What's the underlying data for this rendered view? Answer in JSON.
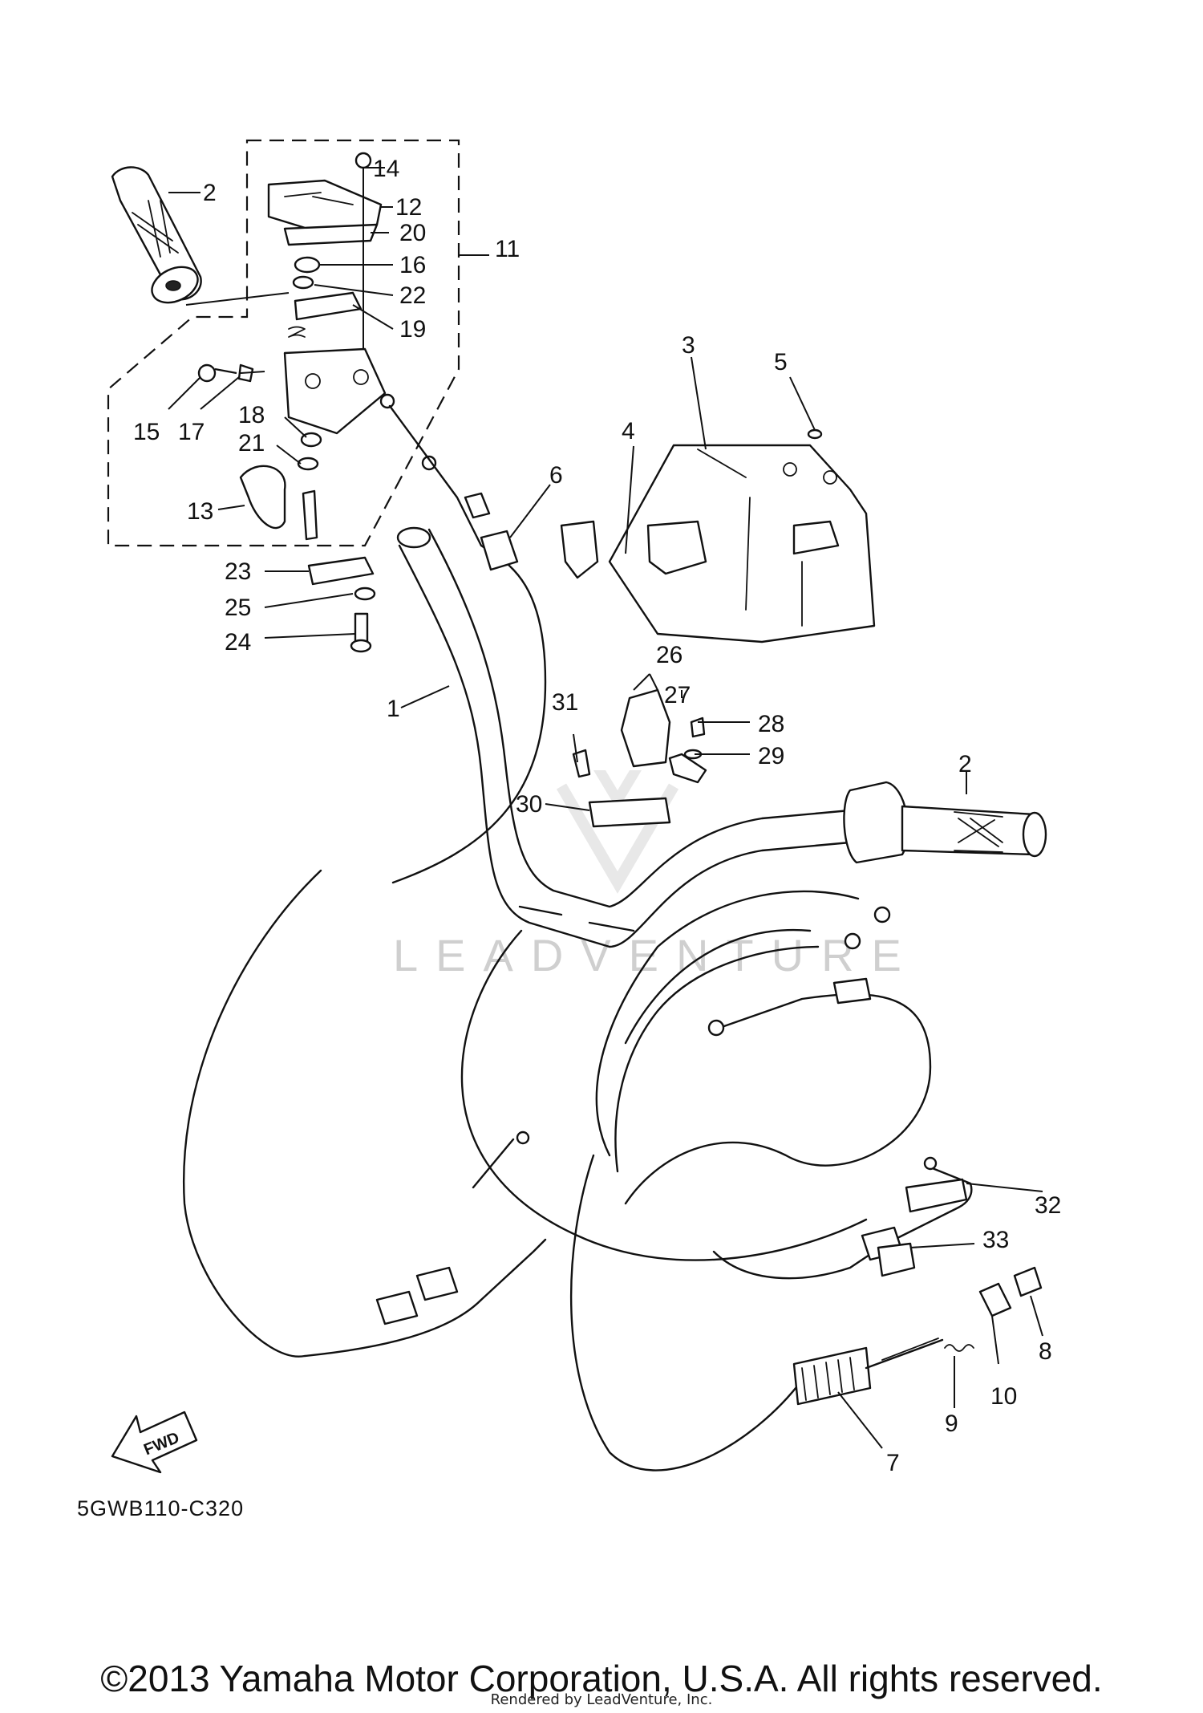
{
  "callouts": {
    "c1": "1",
    "c2a": "2",
    "c2b": "2",
    "c3": "3",
    "c4": "4",
    "c5": "5",
    "c6": "6",
    "c7": "7",
    "c8": "8",
    "c9": "9",
    "c10": "10",
    "c11": "11",
    "c12": "12",
    "c13": "13",
    "c14": "14",
    "c15": "15",
    "c16": "16",
    "c17": "17",
    "c18": "18",
    "c19": "19",
    "c20": "20",
    "c21": "21",
    "c22": "22",
    "c23": "23",
    "c24": "24",
    "c25": "25",
    "c26": "26",
    "c27": "27",
    "c28": "28",
    "c29": "29",
    "c30": "30",
    "c31": "31",
    "c32": "32",
    "c33": "33"
  },
  "fwd_label": "FWD",
  "watermark": "LEADVENTURE",
  "diagram_code": "5GWB110-C320",
  "copyright": "©2013 Yamaha Motor Corporation, U.S.A. All rights reserved.",
  "rendered_by": "Rendered by LeadVenture, Inc."
}
